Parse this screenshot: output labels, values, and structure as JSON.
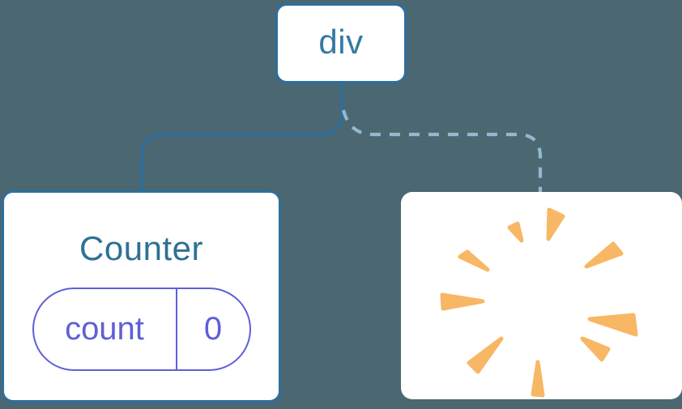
{
  "canvas": {
    "background_color": "#4b6771"
  },
  "tree": {
    "root": {
      "label": "div",
      "border_color": "#2d6f9e",
      "text_color": "#3579a3"
    },
    "edges": {
      "to_counter": {
        "style": "solid",
        "color": "#2d6f9e"
      },
      "to_removed": {
        "style": "dashed",
        "color": "#93b8d1"
      }
    },
    "counter": {
      "title": "Counter",
      "title_color": "#2d7195",
      "border_color": "#2d6f9e",
      "state_pill": {
        "key": "count",
        "value": "0",
        "accent_color": "#5f5fd8"
      }
    },
    "removed": {
      "icon": "poof-icon",
      "ray_color": "#f8b764"
    }
  }
}
